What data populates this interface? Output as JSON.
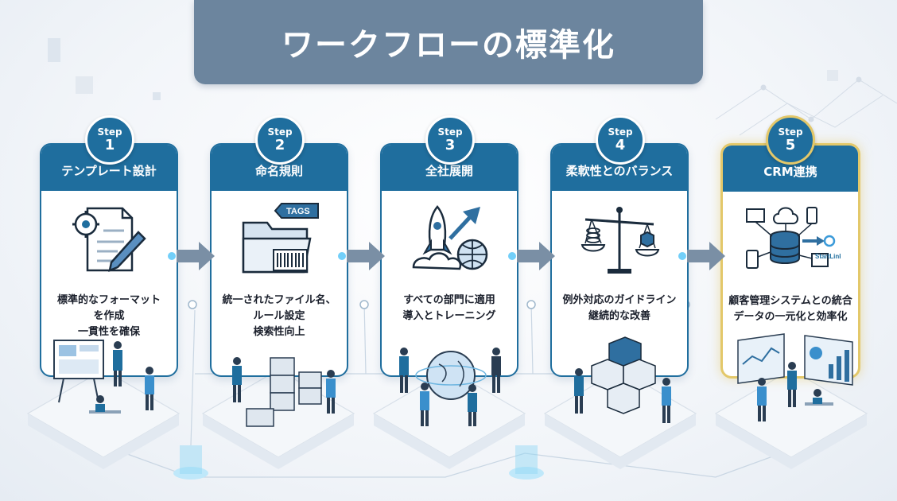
{
  "title": "ワークフローの標準化",
  "colors": {
    "banner": "#6c859e",
    "card": "#1f6e9e",
    "gold": "#e3c86a",
    "glow": "#4fc3f7"
  },
  "steps": [
    {
      "badge_word": "Step",
      "badge_num": "1",
      "heading": "テンプレート設計",
      "icon": "document-gear-pencil-icon",
      "lines": [
        "標準的なフォーマット",
        "を作成",
        "一貫性を確保"
      ]
    },
    {
      "badge_word": "Step",
      "badge_num": "2",
      "heading": "命名規則",
      "icon": "folder-tag-barcode-icon",
      "tag_text": "TAGS",
      "lines": [
        "統一されたファイル名、",
        "ルール設定",
        "検索性向上"
      ]
    },
    {
      "badge_word": "Step",
      "badge_num": "3",
      "heading": "全社展開",
      "icon": "rocket-globe-arrow-icon",
      "lines": [
        "すべての部門に適用",
        "導入とトレーニング"
      ]
    },
    {
      "badge_word": "Step",
      "badge_num": "4",
      "heading": "柔軟性とのバランス",
      "icon": "balance-scale-icon",
      "lines": [
        "例外対応のガイドライン",
        "継続的な改善"
      ]
    },
    {
      "badge_word": "Step",
      "badge_num": "5",
      "heading": "CRM連携",
      "icon": "database-network-icon",
      "brand_text": "StartLink",
      "lines": [
        "顧客管理システムとの統合",
        "データの一元化と効率化"
      ]
    }
  ]
}
